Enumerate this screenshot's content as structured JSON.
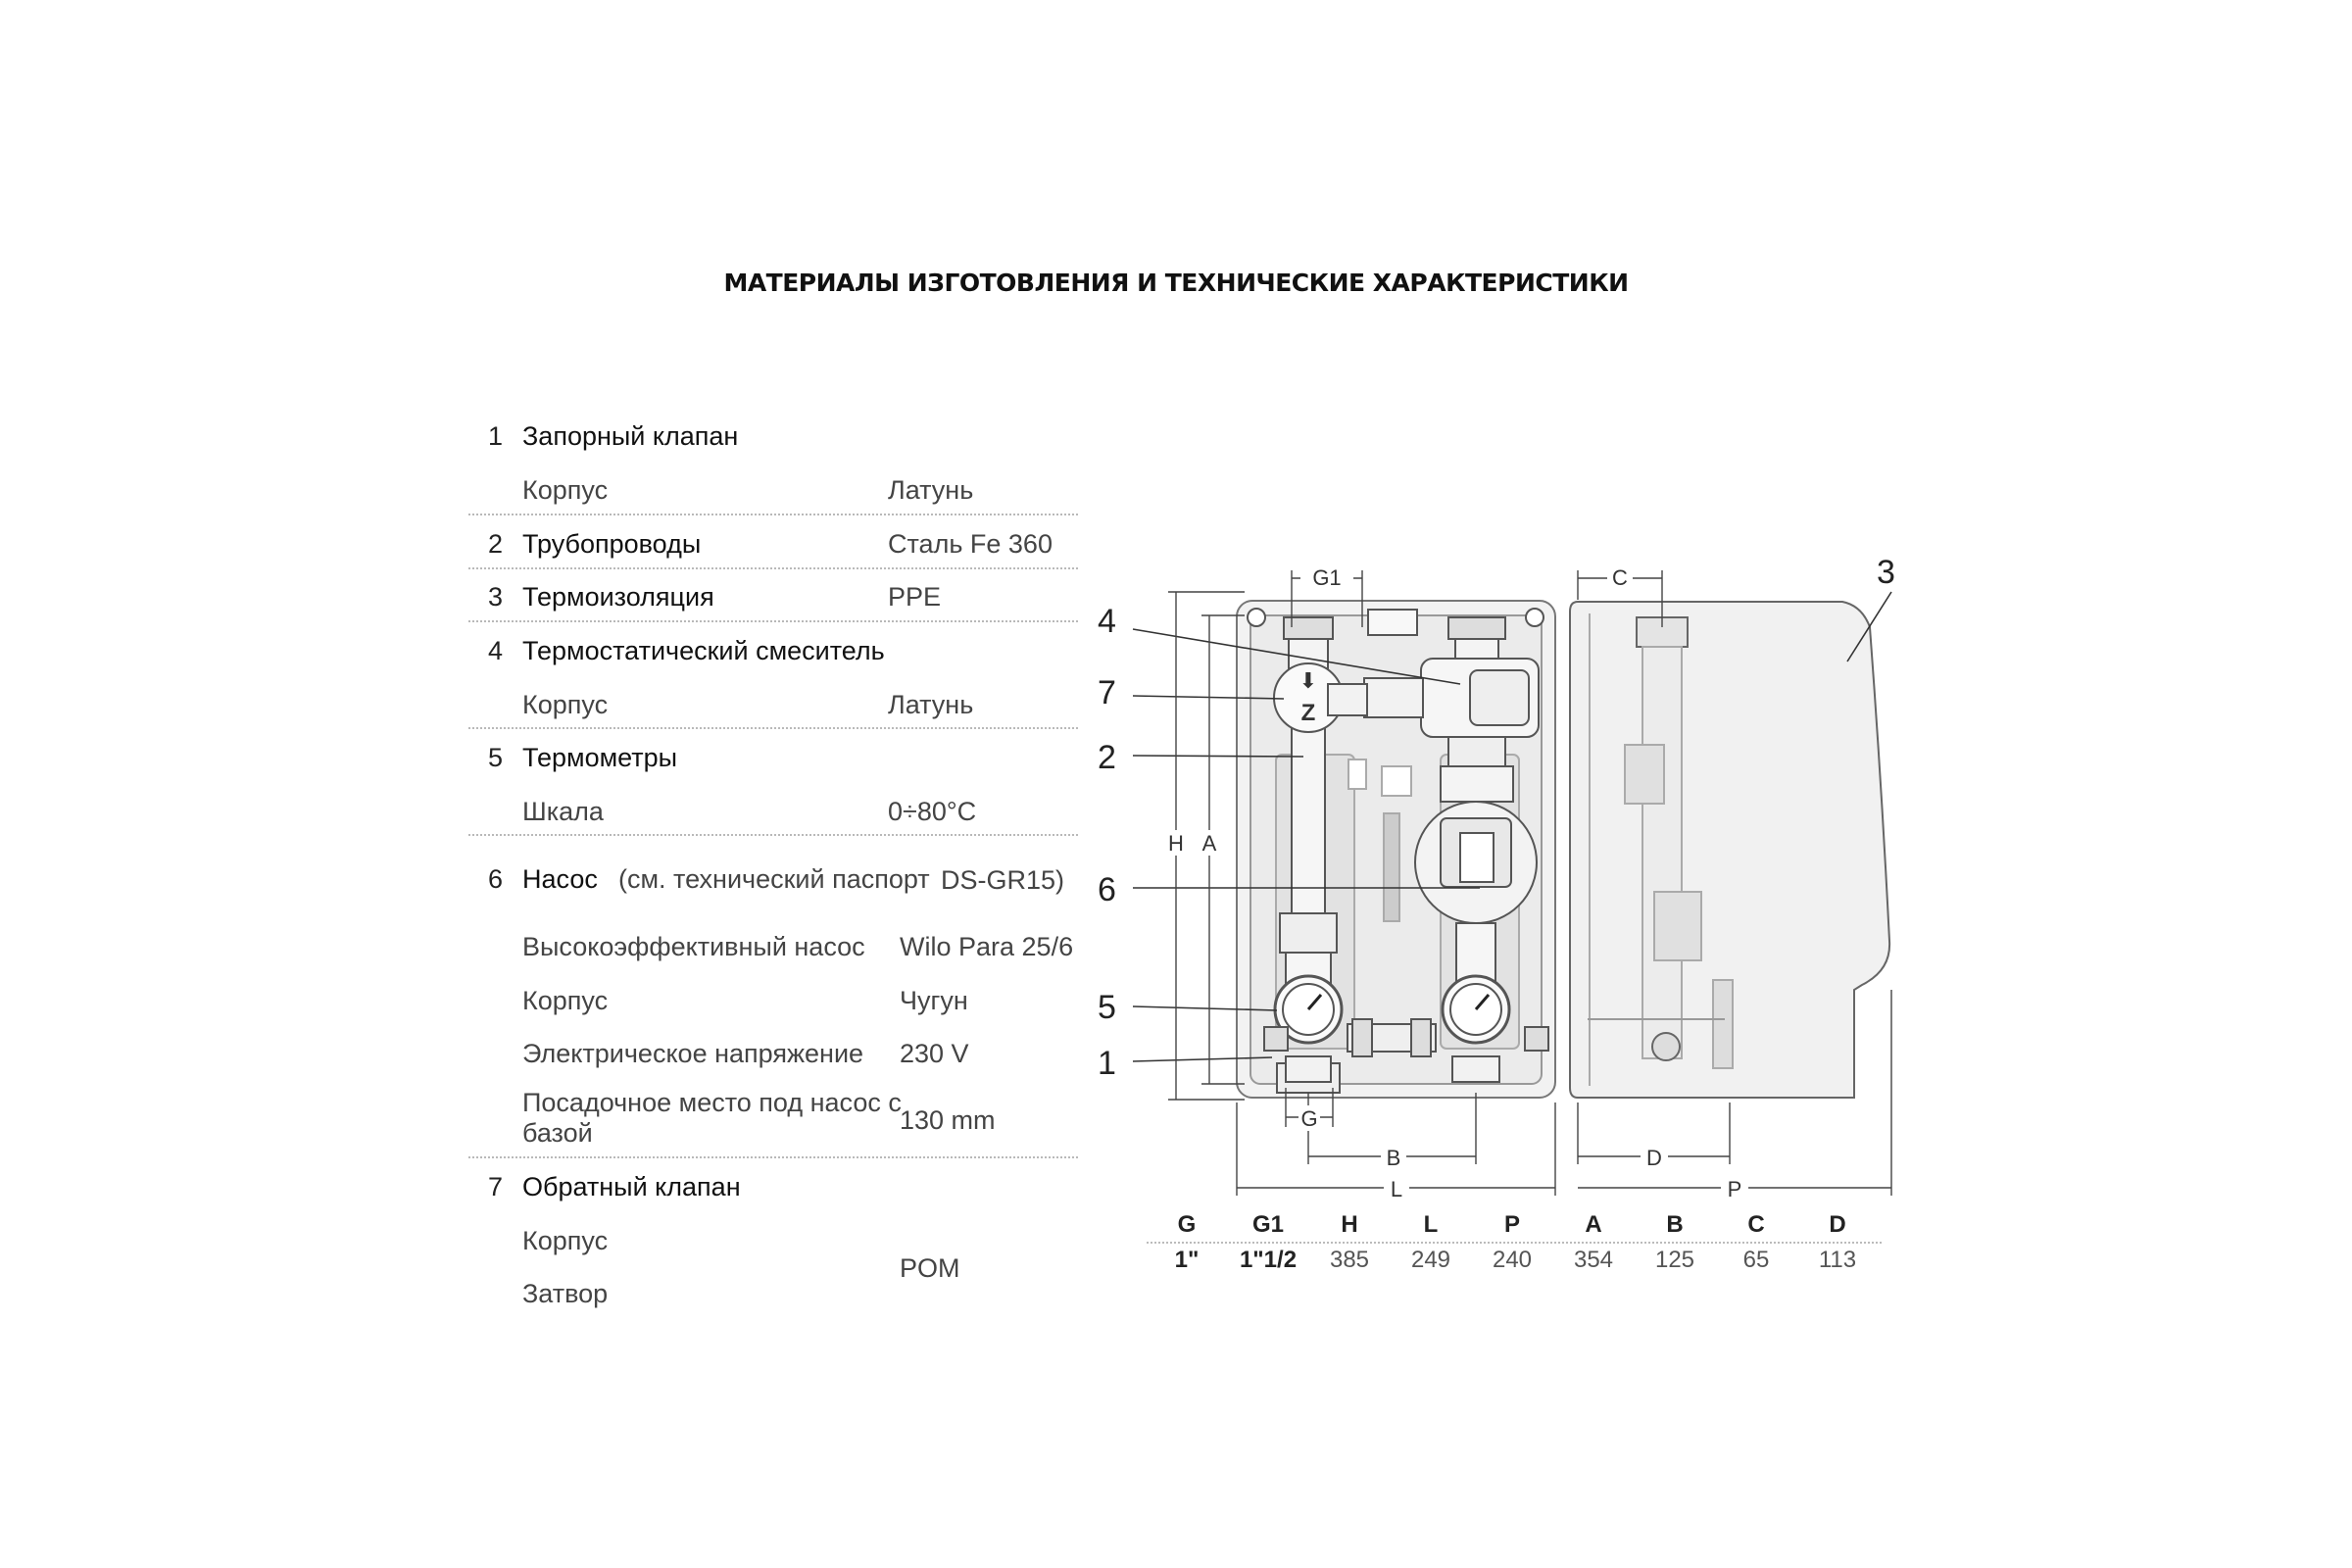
{
  "title": "МАТЕРИАЛЫ ИЗГОТОВЛЕНИЯ И ТЕХНИЧЕСКИЕ ХАРАКТЕРИСТИКИ",
  "spec": {
    "s1": {
      "num": "1",
      "head": "Запорный клапан",
      "sub1": "Корпус",
      "val1": "Латунь"
    },
    "s2": {
      "num": "2",
      "head": "Трубопроводы",
      "val": "Сталь Fe 360"
    },
    "s3": {
      "num": "3",
      "head": "Термоизоляция",
      "val": "PPE"
    },
    "s4": {
      "num": "4",
      "head": "Термостатический смеситель",
      "sub1": "Корпус",
      "val1": "Латунь"
    },
    "s5": {
      "num": "5",
      "head": "Термометры",
      "sub1": "Шкала",
      "val1": "0÷80°C"
    },
    "s6": {
      "num": "6",
      "head": "Насос",
      "note": "(см. технический паспорт",
      "note_val": "DS-GR15)",
      "sub1": "Высокоэффективный насос",
      "val1": "Wilo Para 25/6",
      "sub2": "Корпус",
      "val2": "Чугун",
      "sub3": "Электрическое напряжение",
      "val3": "230 V",
      "sub4": "Посадочное место под насос с базой",
      "val4": "130 mm"
    },
    "s7": {
      "num": "7",
      "head": "Обратный клапан",
      "sub1": "Корпус",
      "sub2": "Затвор",
      "val": "POM"
    }
  },
  "callouts": {
    "c1": "1",
    "c2": "2",
    "c3": "3",
    "c4": "4",
    "c5": "5",
    "c6": "6",
    "c7": "7"
  },
  "dim_labels": {
    "g1": "G1",
    "g": "G",
    "h": "H",
    "a": "A",
    "b": "B",
    "l": "L",
    "c": "C",
    "d": "D",
    "p": "P"
  },
  "dimensions": {
    "headers": [
      "G",
      "G1",
      "H",
      "L",
      "P",
      "A",
      "B",
      "C",
      "D"
    ],
    "values": [
      "1\"",
      "1\"1/2",
      "385",
      "249",
      "240",
      "354",
      "125",
      "65",
      "113"
    ]
  }
}
